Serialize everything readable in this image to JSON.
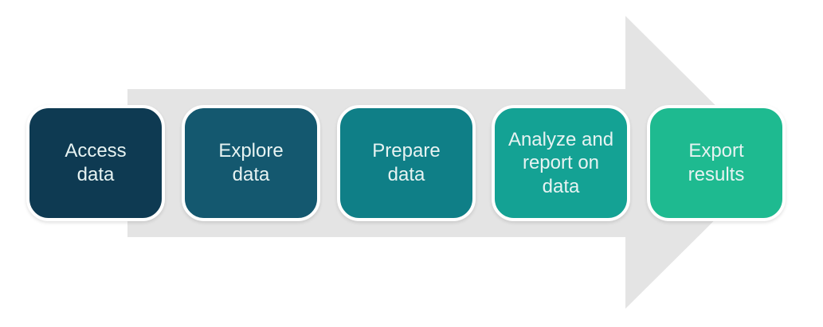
{
  "diagram": {
    "type": "process-flow",
    "direction": "left-to-right"
  },
  "arrow": {
    "color": "#e4e4e4",
    "direction": "right"
  },
  "steps": [
    {
      "label": "Access\ndata",
      "color": "#0e3a52"
    },
    {
      "label": "Explore\ndata",
      "color": "#14586f"
    },
    {
      "label": "Prepare\ndata",
      "color": "#0f7f87"
    },
    {
      "label": "Analyze and\nreport on\ndata",
      "color": "#14a294"
    },
    {
      "label": "Export\nresults",
      "color": "#1eba90"
    }
  ],
  "text_color": "#e7f3f2",
  "background_color": "#ffffff"
}
